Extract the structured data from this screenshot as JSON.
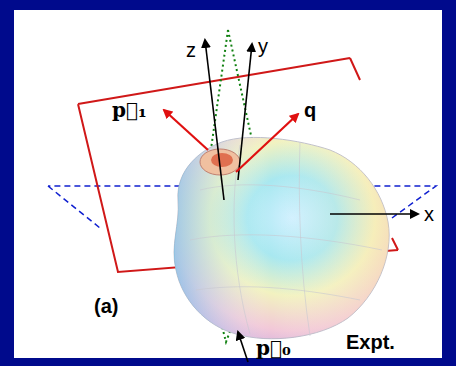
{
  "diagram": {
    "labels": [
      "z",
      "y",
      "x",
      "p⃗₁",
      "q",
      "p⃗₀",
      "(a)",
      "Expt."
    ]
  }
}
